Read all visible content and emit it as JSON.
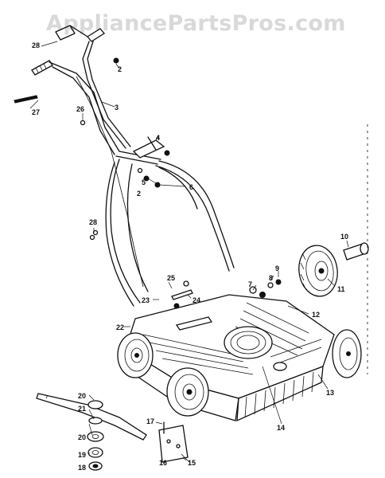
{
  "watermark": "AppliancePartsPros.com",
  "callouts": [
    {
      "id": "p28a",
      "text": "28"
    },
    {
      "id": "p2a",
      "text": "2"
    },
    {
      "id": "p27",
      "text": "27"
    },
    {
      "id": "p3",
      "text": "3"
    },
    {
      "id": "p26",
      "text": "26"
    },
    {
      "id": "p4",
      "text": "4"
    },
    {
      "id": "p5",
      "text": "5"
    },
    {
      "id": "p2b",
      "text": "2"
    },
    {
      "id": "p6",
      "text": "6"
    },
    {
      "id": "p28b",
      "text": "28"
    },
    {
      "id": "p10",
      "text": "10"
    },
    {
      "id": "p9",
      "text": "9"
    },
    {
      "id": "p8",
      "text": "8"
    },
    {
      "id": "p7",
      "text": "7"
    },
    {
      "id": "p11",
      "text": "11"
    },
    {
      "id": "p25",
      "text": "25"
    },
    {
      "id": "p23",
      "text": "23"
    },
    {
      "id": "p24",
      "text": "24"
    },
    {
      "id": "p22",
      "text": "22"
    },
    {
      "id": "p12",
      "text": "12"
    },
    {
      "id": "p13",
      "text": "13"
    },
    {
      "id": "p14",
      "text": "14"
    },
    {
      "id": "p20",
      "text": "20"
    },
    {
      "id": "p21",
      "text": "21"
    },
    {
      "id": "p20b",
      "text": "20"
    },
    {
      "id": "p19",
      "text": "19"
    },
    {
      "id": "p18",
      "text": "18"
    },
    {
      "id": "p17",
      "text": "17"
    },
    {
      "id": "p16",
      "text": "16"
    },
    {
      "id": "p15",
      "text": "15"
    }
  ]
}
